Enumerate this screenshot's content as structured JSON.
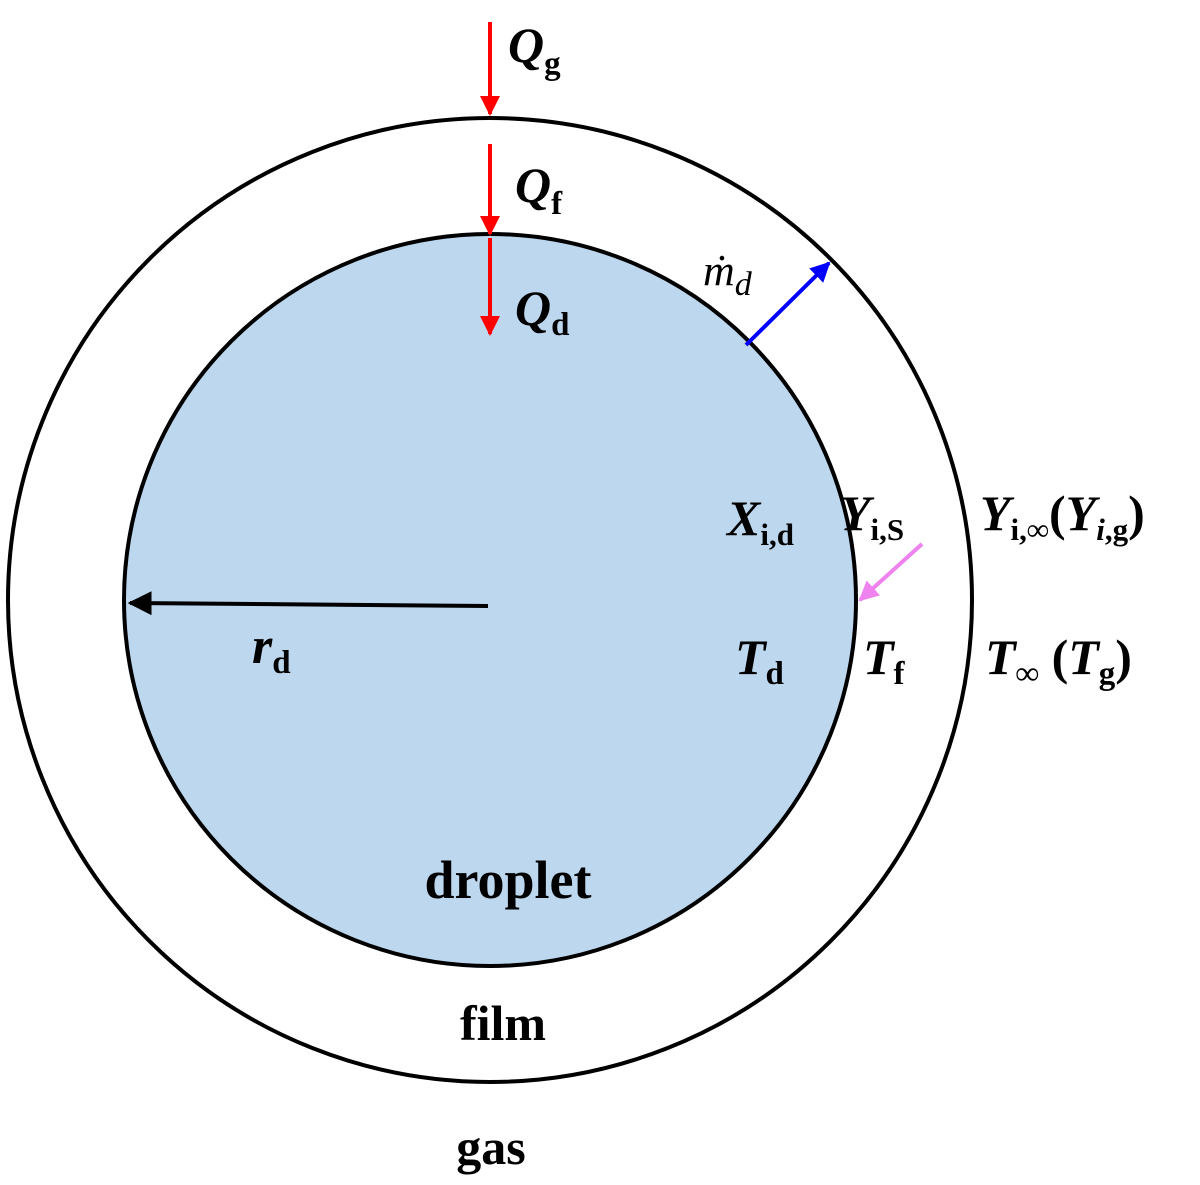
{
  "colors": {
    "droplet_fill": "#bdd7ee",
    "outline": "#000000",
    "heat_arrow": "#ff0000",
    "mass_arrow": "#0000ff",
    "species_arrow": "#ee82ee",
    "radius_arrow": "#000000"
  },
  "labels": {
    "q_gas": {
      "base": "Q",
      "sub": "g"
    },
    "q_film": {
      "base": "Q",
      "sub": "f"
    },
    "q_droplet": {
      "base": "Q",
      "sub": "d"
    },
    "m_dot": {
      "base": "ṁ",
      "sub": "d"
    },
    "x_drop": {
      "base": "X",
      "sub": "i,d"
    },
    "y_surface": {
      "base": "Y",
      "sub": "i,S"
    },
    "y_inf": {
      "base": "Y",
      "sub": "i,∞",
      "open": "(",
      "base2": "Y",
      "sub2a": "i",
      "sub2b": ",g",
      "close": ")"
    },
    "r_drop": {
      "base": "r",
      "sub": "d"
    },
    "t_drop": {
      "base": "T",
      "sub": "d"
    },
    "t_film": {
      "base": "T",
      "sub": "f"
    },
    "t_inf": {
      "base": "T",
      "sub": "∞",
      "open": " (",
      "base2": "T",
      "sub2": "g",
      "close": ")"
    },
    "droplet": "droplet",
    "film": "film",
    "gas": "gas"
  }
}
